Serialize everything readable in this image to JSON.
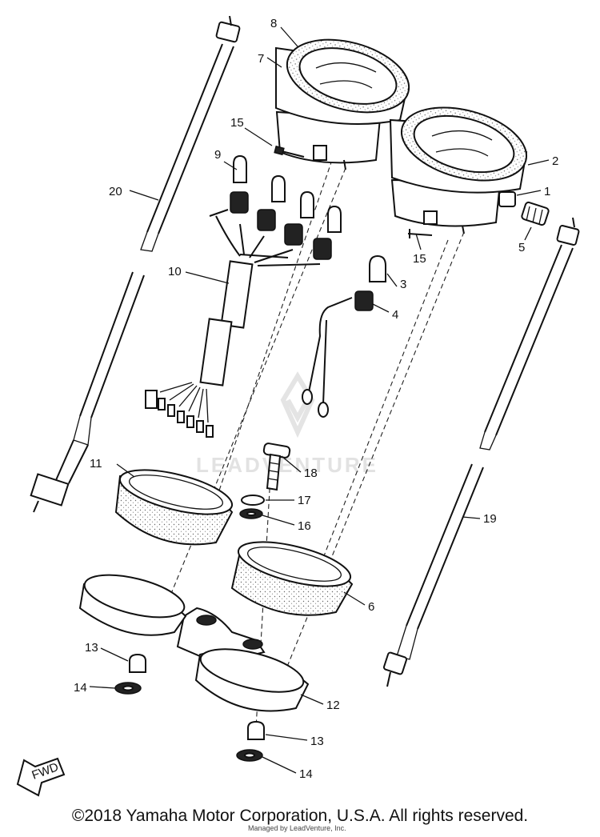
{
  "callouts": {
    "c1": "1",
    "c2": "2",
    "c3": "3",
    "c4": "4",
    "c5": "5",
    "c6": "6",
    "c7": "7",
    "c8": "8",
    "c9": "9",
    "c10": "10",
    "c11": "11",
    "c12": "12",
    "c13a": "13",
    "c13b": "13",
    "c14a": "14",
    "c14b": "14",
    "c15a": "15",
    "c15b": "15",
    "c16": "16",
    "c17": "17",
    "c18": "18",
    "c19": "19",
    "c20": "20"
  },
  "fwd_label": "FWD",
  "watermark": "LEADVENTURE",
  "footer": {
    "copyright": "©2018 Yamaha Motor Corporation, U.S.A. All rights reserved.",
    "sub_note": "Managed by LeadVenture, Inc."
  }
}
